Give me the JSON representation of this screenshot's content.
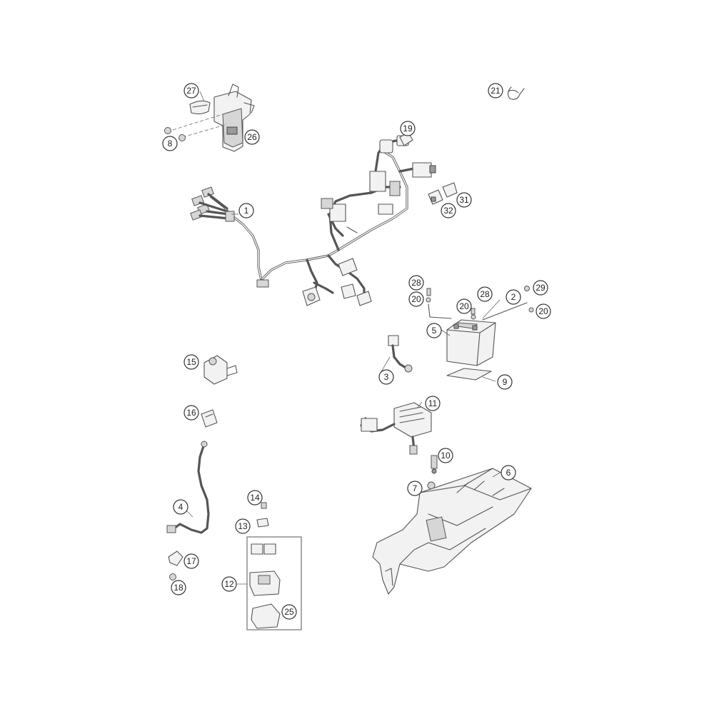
{
  "callouts": {
    "c1": "1",
    "c2": "2",
    "c3": "3",
    "c4": "4",
    "c5": "5",
    "c6": "6",
    "c7": "7",
    "c8": "8",
    "c9": "9",
    "c10": "10",
    "c11": "11",
    "c12": "12",
    "c13": "13",
    "c14": "14",
    "c15": "15",
    "c16": "16",
    "c17": "17",
    "c18": "18",
    "c19": "19",
    "c20a": "20",
    "c20b": "20",
    "c20c": "20",
    "c21": "21",
    "c25": "25",
    "c26": "26",
    "c27": "27",
    "c28a": "28",
    "c28b": "28",
    "c29": "29",
    "c31": "31",
    "c32": "32"
  }
}
